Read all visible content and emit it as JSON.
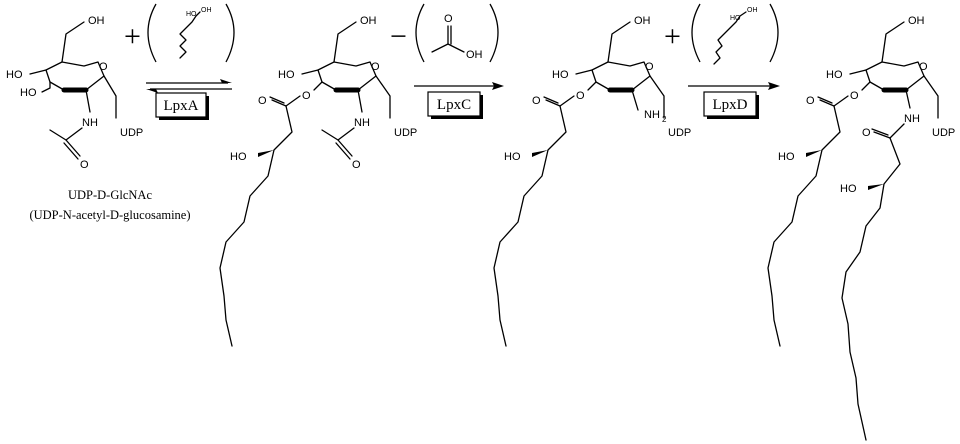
{
  "scheme": {
    "enzymes": {
      "step1": "LpxA",
      "step2": "LpxC",
      "step3": "LpxD"
    },
    "signs": {
      "plus": "+",
      "minus": "−"
    },
    "caption": {
      "line1": "UDP-D-GlcNAc",
      "line2": "(UDP-N-acetyl-D-glucosamine)"
    },
    "labels": {
      "oh": "OH",
      "ho": "HO",
      "o": "O",
      "nh": "NH",
      "nh2_main": "NH",
      "nh2_sub": "2",
      "udp": "UDP"
    },
    "reagents": {
      "acid_oh_small": "OH",
      "acid_ho_small": "HO",
      "acid_o_small": "O"
    }
  }
}
